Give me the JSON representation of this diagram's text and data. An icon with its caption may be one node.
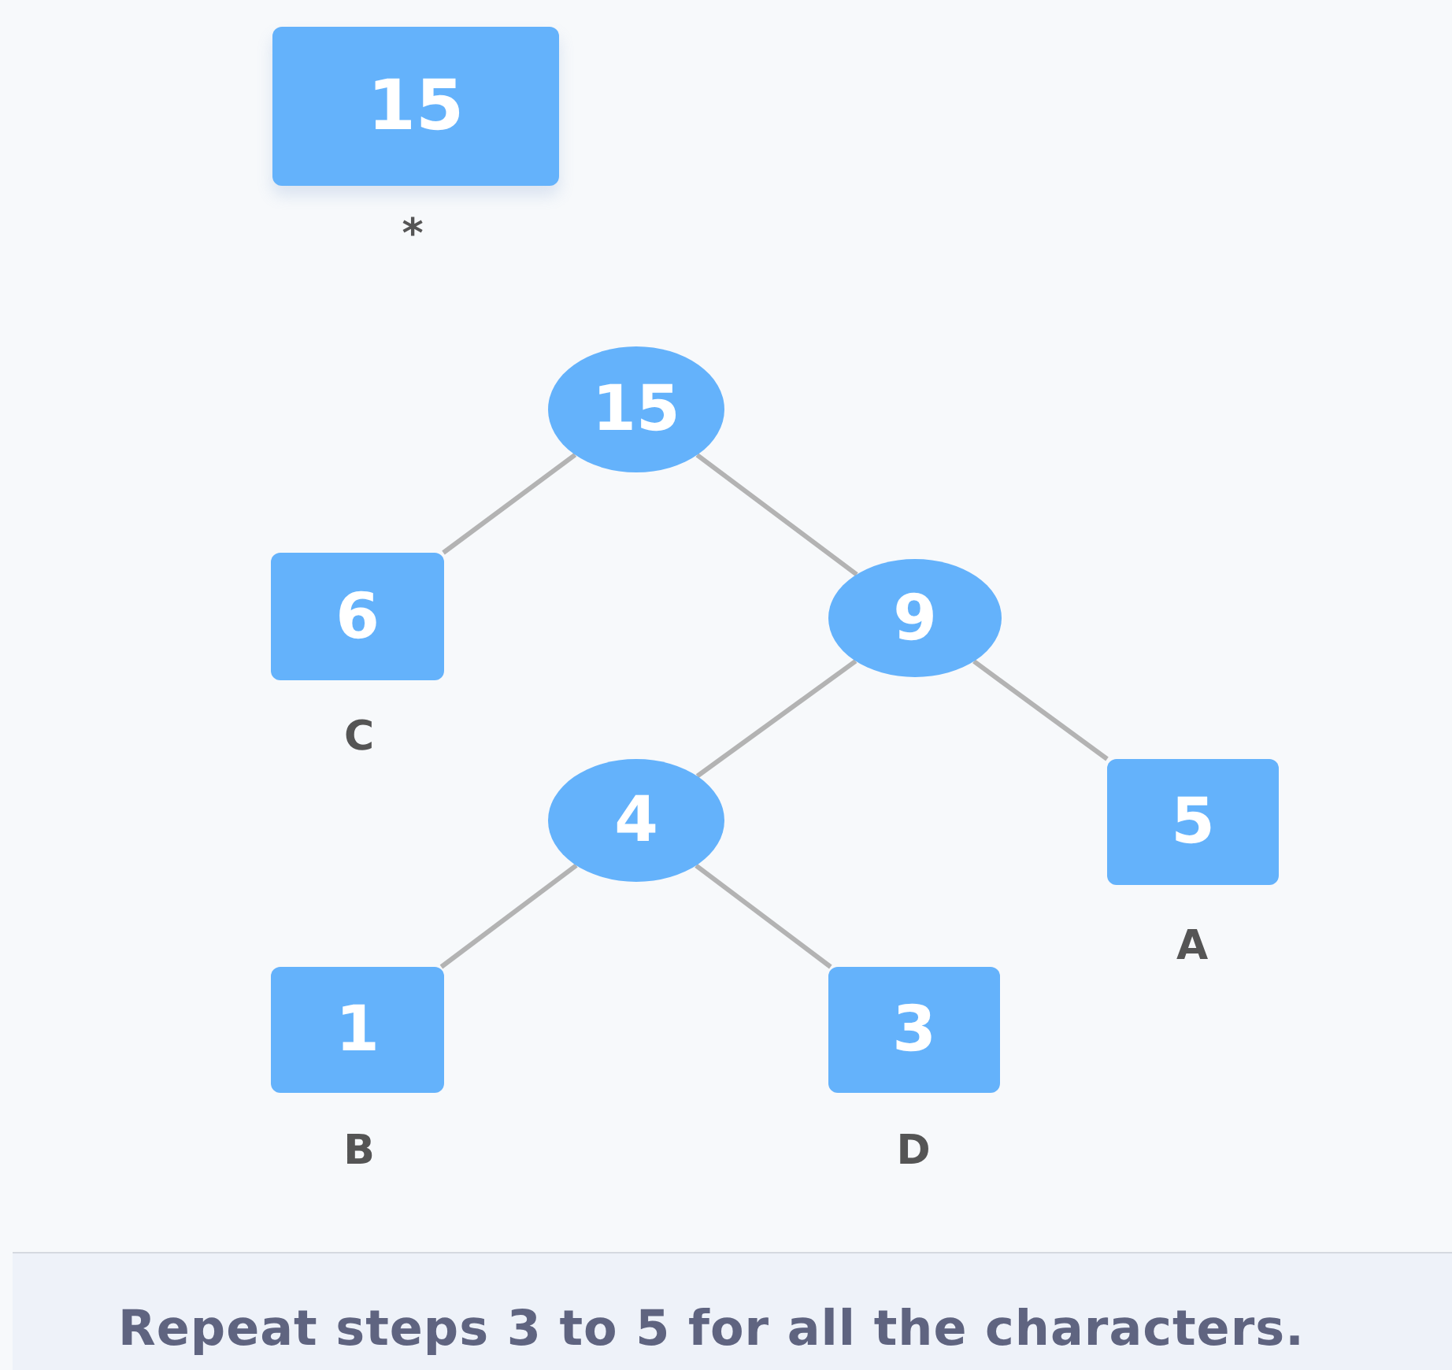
{
  "diagram": {
    "caption": "Repeat steps 3 to 5 for all the characters.",
    "nodes": [
      {
        "text": [
          "15"
        ],
        "beside": [
          "*"
        ]
      },
      {
        "text": [
          "15"
        ]
      },
      {
        "text": [
          "6"
        ],
        "beside": [
          "C"
        ]
      },
      {
        "text": [
          "9"
        ]
      },
      {
        "text": [
          "4"
        ]
      },
      {
        "text": [
          "5"
        ],
        "beside": [
          "A"
        ]
      },
      {
        "text": [
          "1"
        ],
        "beside": [
          "B"
        ]
      },
      {
        "text": [
          "3"
        ],
        "beside": [
          "D"
        ]
      }
    ],
    "edges": [
      {
        "from": 1,
        "to": 2,
        "arrow": "none"
      },
      {
        "from": 1,
        "to": 3,
        "arrow": "none"
      },
      {
        "from": 3,
        "to": 4,
        "arrow": "none"
      },
      {
        "from": 3,
        "to": 5,
        "arrow": "none"
      },
      {
        "from": 4,
        "to": 6,
        "arrow": "none"
      },
      {
        "from": 4,
        "to": 7,
        "arrow": "none"
      }
    ]
  }
}
